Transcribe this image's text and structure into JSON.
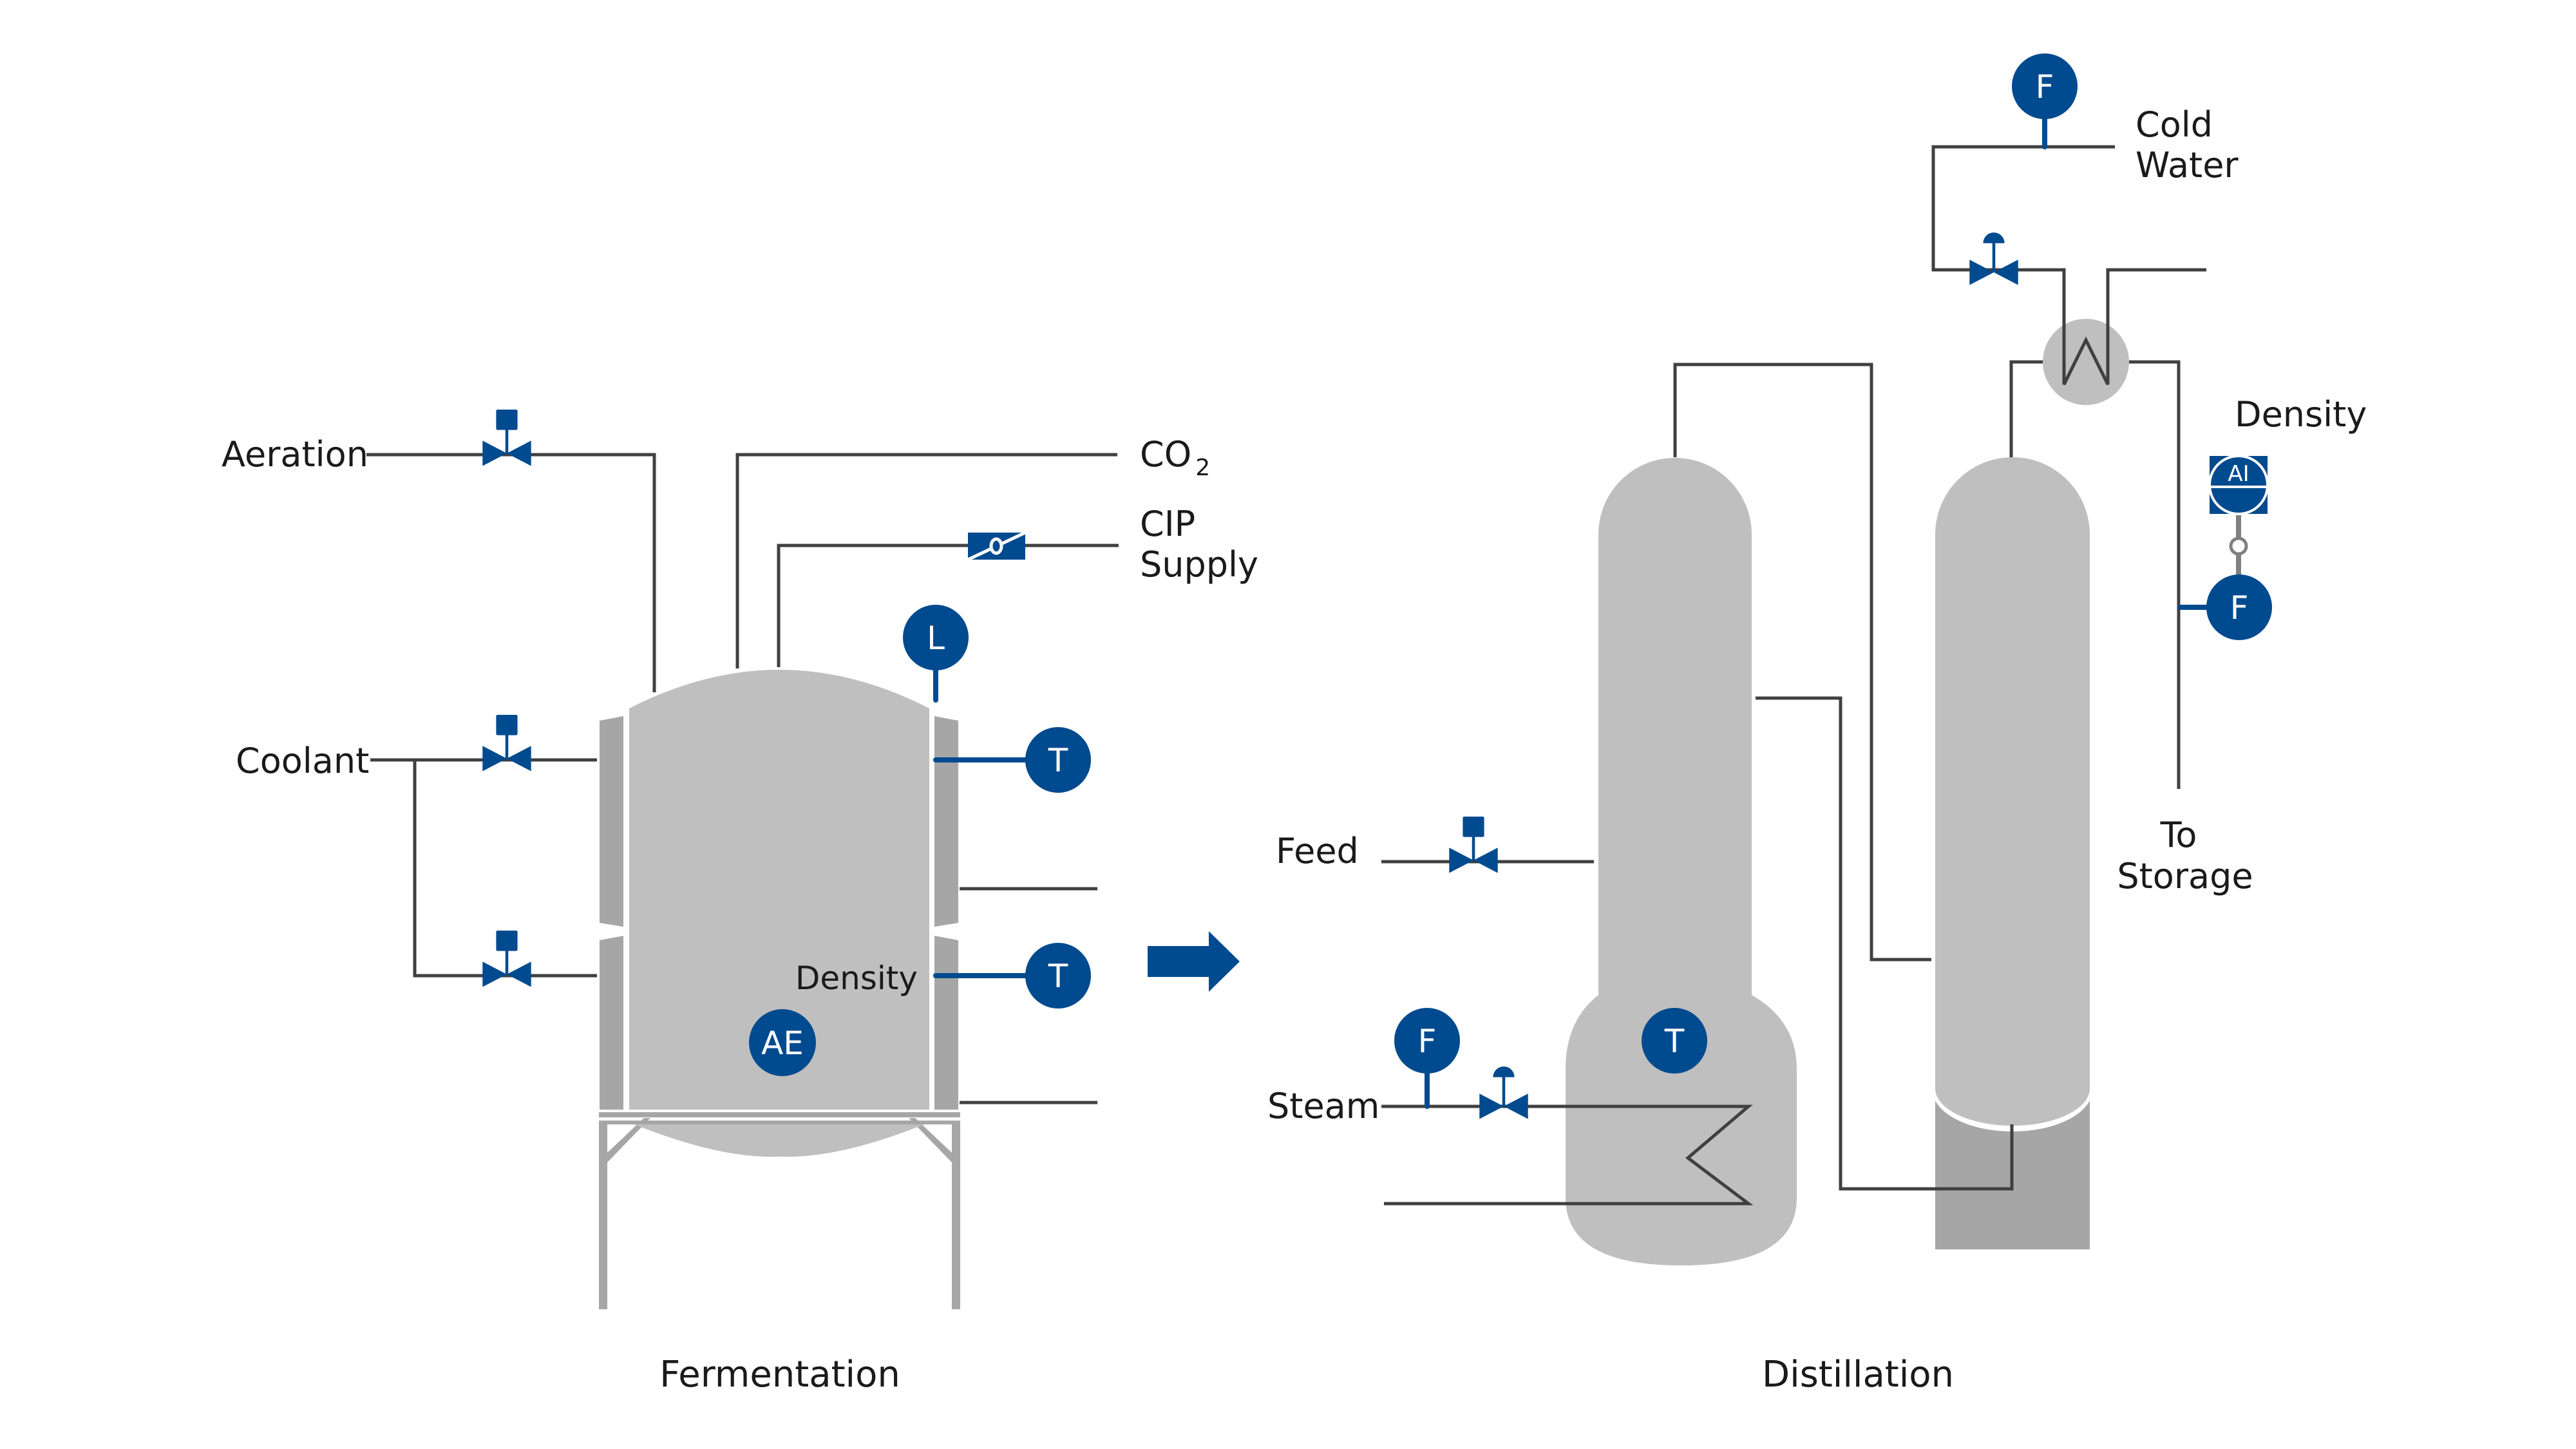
{
  "colors": {
    "instrument_blue": "#004a8f",
    "vessel_gray": "#bfbfbf",
    "jacket_gray": "#a6a6a6",
    "pipe_dark": "#404040",
    "text": "#1a1a1a",
    "background": "#ffffff"
  },
  "fermentation": {
    "caption": "Fermentation",
    "inlets": {
      "aeration": "Aeration",
      "coolant": "Coolant"
    },
    "outlets": {
      "co2_main": "CO",
      "co2_sub": "2",
      "cip_line1": "CIP",
      "cip_line2": "Supply"
    },
    "tank_label": "Density",
    "instruments": {
      "level": "L",
      "temp_upper": "T",
      "temp_lower": "T",
      "analyzer": "AE"
    },
    "valves": [
      "aeration-control-valve",
      "coolant-upper-control-valve",
      "coolant-lower-control-valve",
      "cip-damper-valve"
    ]
  },
  "transfer_arrow": "arrow-right-icon",
  "distillation": {
    "caption": "Distillation",
    "inlets": {
      "feed": "Feed",
      "steam": "Steam",
      "cold_water_line1": "Cold",
      "cold_water_line2": "Water"
    },
    "outlets": {
      "storage_line1": "To",
      "storage_line2": "Storage"
    },
    "density_label": "Density",
    "instruments": {
      "steam_flow": "F",
      "column_temp": "T",
      "cold_water_flow": "F",
      "density_indicator": "AI",
      "product_flow": "F"
    },
    "valves": [
      "feed-control-valve",
      "steam-control-valve",
      "cold-water-control-valve"
    ]
  }
}
